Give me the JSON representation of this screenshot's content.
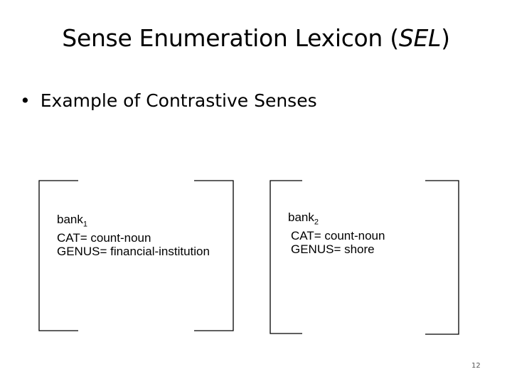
{
  "slide": {
    "title_main": "Sense Enumeration Lexicon (",
    "title_acronym": "SEL",
    "title_close": ")",
    "bullet_symbol": "•",
    "bullet_text": "Example of Contrastive Senses",
    "page_number": "12"
  },
  "senses": [
    {
      "lemma": "bank",
      "index": "1",
      "cat": "CAT= count-noun",
      "genus": "GENUS= financial-institution"
    },
    {
      "lemma": "bank",
      "index": "2",
      "cat": "CAT= count-noun",
      "genus": "GENUS= shore"
    }
  ]
}
